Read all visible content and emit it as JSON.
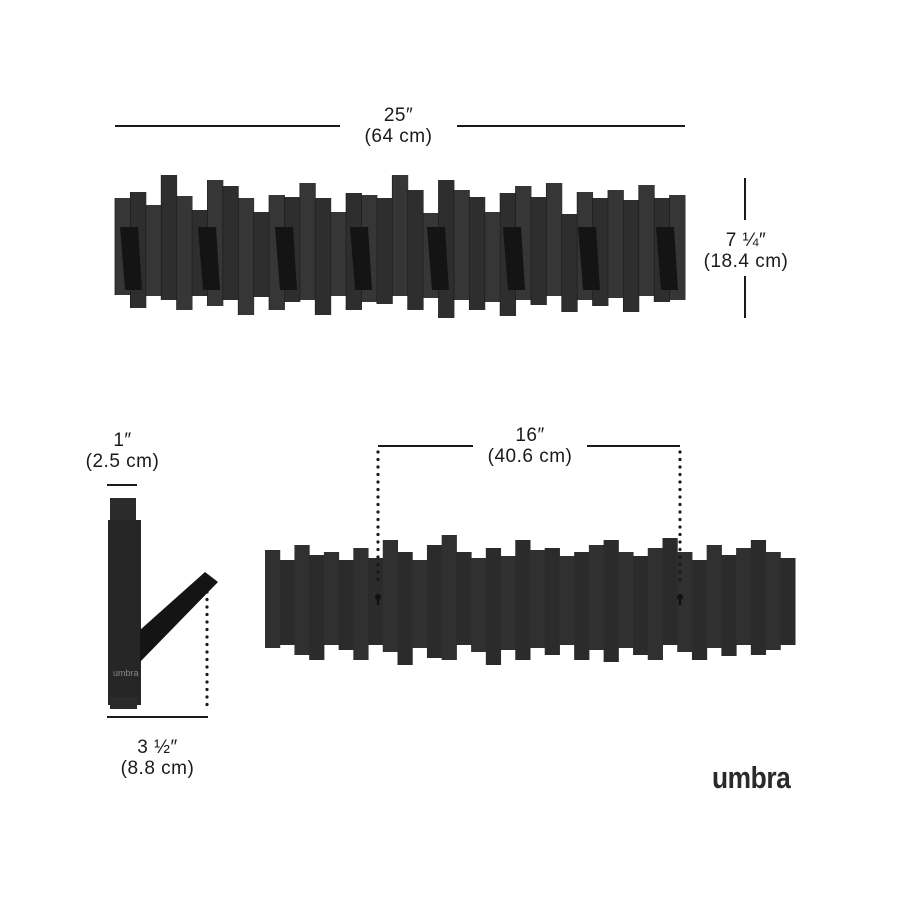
{
  "dimensions": {
    "width": {
      "imperial": "25″",
      "metric": "(64 cm)"
    },
    "height": {
      "imperial": "7 ¼″",
      "metric": "(18.4 cm)"
    },
    "depth": {
      "imperial": "1″",
      "metric": "(2.5 cm)"
    },
    "hook_depth": {
      "imperial": "3 ½″",
      "metric": "(8.8 cm)"
    },
    "mount_spacing": {
      "imperial": "16″",
      "metric": "(40.6 cm)"
    }
  },
  "brand": {
    "logo": "umbra",
    "side_logo": "umbra"
  },
  "colors": {
    "product": "#2b2b2b",
    "hook": "#141414",
    "lines": "#1a1a1a"
  }
}
